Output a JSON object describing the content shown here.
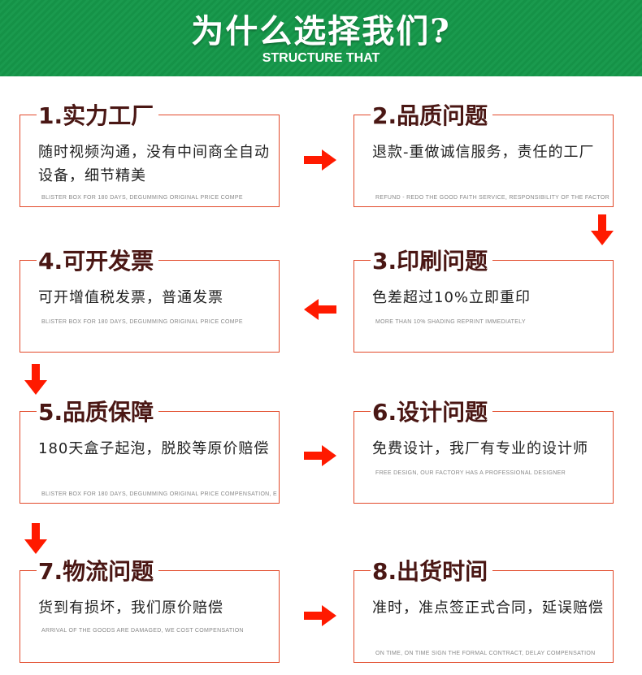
{
  "header": {
    "title": "为什么选择我们?",
    "subtitle": "STRUCTURE THAT"
  },
  "colors": {
    "header_green": "#159247",
    "border_red": "#e24a2a",
    "arrow_red": "#ff1a00",
    "title_brown": "#4a1714"
  },
  "cards": [
    {
      "title": "1.实力工厂",
      "desc": "随时视频沟通，没有中间商全自动设备，细节精美",
      "en": "BLISTER BOX FOR 180 DAYS, DEGUMMING ORIGINAL PRICE COMPE"
    },
    {
      "title": "2.品质问题",
      "desc": "退款-重做诚信服务，责任的工厂",
      "en": "REFUND - REDO THE GOOD FAITH SERVICE, RESPONSIBILITY OF THE FACTOR"
    },
    {
      "title": "3.印刷问题",
      "desc": "色差超过10%立即重印",
      "en": "MORE THAN 10% SHADING REPRINT IMMEDIATELY"
    },
    {
      "title": "4.可开发票",
      "desc": "可开增值税发票，普通发票",
      "en": "BLISTER BOX FOR 180 DAYS, DEGUMMING ORIGINAL PRICE COMPE"
    },
    {
      "title": "5.品质保障",
      "desc": "180天盒子起泡，脱胶等原价赔偿",
      "en": "BLISTER BOX FOR 180 DAYS, DEGUMMING ORIGINAL PRICE COMPENSATION, E"
    },
    {
      "title": "6.设计问题",
      "desc": "免费设计，我厂有专业的设计师",
      "en": "FREE DESIGN, OUR FACTORY HAS A PROFESSIONAL DESIGNER"
    },
    {
      "title": "7.物流问题",
      "desc": "货到有损坏，我们原价赔偿",
      "en": "ARRIVAL OF THE GOODS ARE DAMAGED, WE COST COMPENSATION"
    },
    {
      "title": "8.出货时间",
      "desc": "准时，准点签正式合同，延误赔偿",
      "en": "ON TIME, ON TIME SIGN THE FORMAL CONTRACT, DELAY COMPENSATION"
    }
  ],
  "arrows": [
    {
      "name": "arrow-right-icon"
    },
    {
      "name": "arrow-down-icon"
    },
    {
      "name": "arrow-left-icon"
    },
    {
      "name": "arrow-down-icon"
    },
    {
      "name": "arrow-right-icon"
    },
    {
      "name": "arrow-down-icon"
    },
    {
      "name": "arrow-right-icon"
    }
  ]
}
